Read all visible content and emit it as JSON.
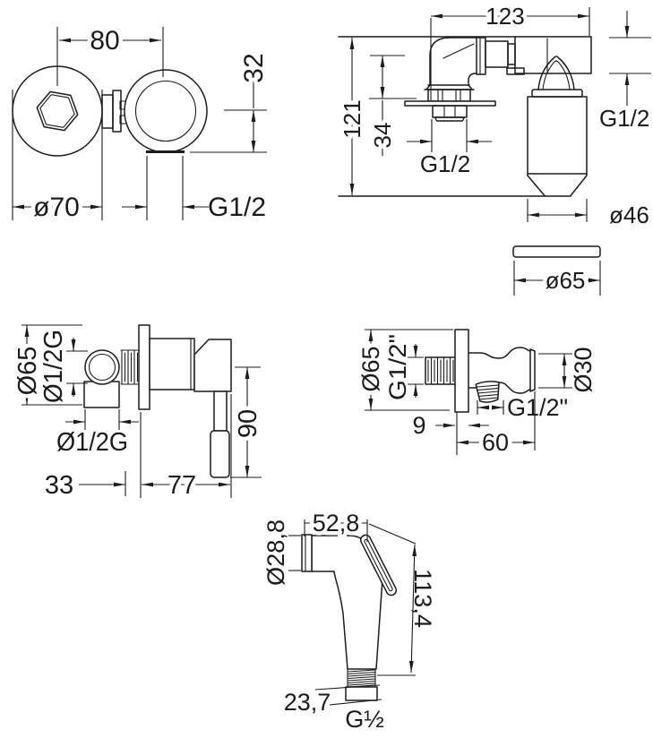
{
  "colors": {
    "line": "#1c1c1c",
    "background": "#ffffff"
  },
  "views": {
    "front": {
      "width": "80",
      "drop": "32",
      "body_diameter": "ø70",
      "outlet_thread": "G1/2"
    },
    "spout": {
      "width": "123",
      "height": "121",
      "inset": "34",
      "bottom_thread": "G1/2",
      "side_thread": "G1/2",
      "spout_diameter": "ø46",
      "plate_diameter": "ø65"
    },
    "profile": {
      "flange_diameter": "Ø65",
      "port_diameter": "Ø1/2G",
      "port_label": "Ø1/2G",
      "handle_length": "90",
      "inlet_offset": "33",
      "projection": "77"
    },
    "bracket": {
      "flange_diameter": "Ø65",
      "wall_thread": "G1/2\"",
      "hose_thread": "G1/2\"",
      "knob_diameter": "Ø30",
      "plate_thickness": "9",
      "projection": "60"
    },
    "sprayer": {
      "head_length": "52,8",
      "head_diameter": "Ø28,8",
      "body_height": "113,4",
      "thread_length": "23,7",
      "thread": "G½"
    }
  }
}
